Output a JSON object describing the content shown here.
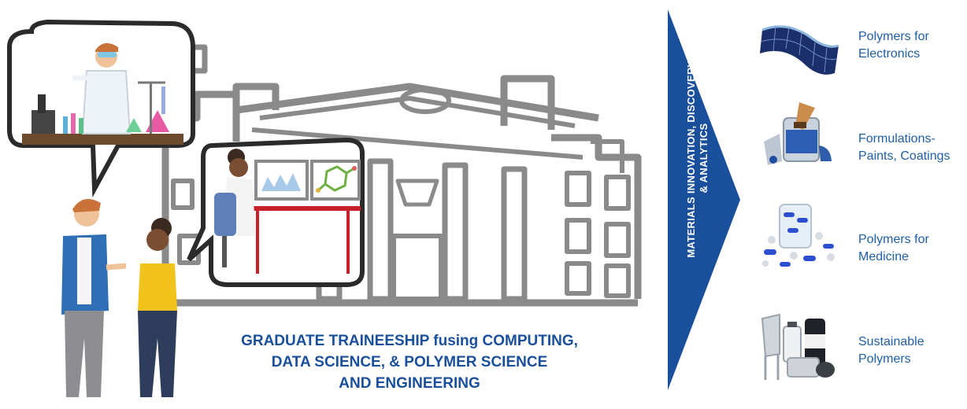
{
  "headline": {
    "line1": "GRADUATE TRAINEESHIP fusing COMPUTING,",
    "line2": "DATA SCIENCE, & POLYMER SCIENCE",
    "line3": "AND ENGINEERING"
  },
  "arrow": {
    "line1": "MATERIALS INNOVATION, DISCOVERY,",
    "line2": "& ANALYTICS",
    "color": "#1a4f9c"
  },
  "categories": [
    {
      "line1": "Polymers for",
      "line2": "Electronics",
      "icon": "solar-panel-icon"
    },
    {
      "line1": "Formulations-",
      "line2": "Paints, Coatings",
      "icon": "paint-can-icon"
    },
    {
      "line1": "Polymers for",
      "line2": "Medicine",
      "icon": "pills-icon"
    },
    {
      "line1": "Sustainable",
      "line2": "Polymers",
      "icon": "recycled-containers-icon"
    }
  ],
  "colors": {
    "text_blue": "#1a4f9c",
    "category_blue": "#1f5fa8",
    "building_gray": "#8a8a8a",
    "speech_outline": "#2b2b2b"
  }
}
